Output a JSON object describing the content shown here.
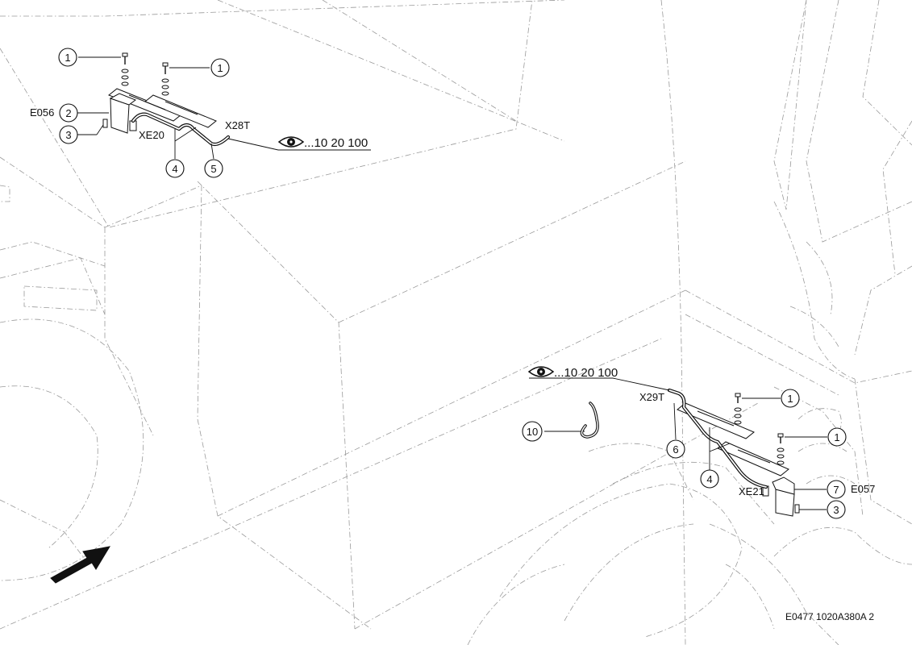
{
  "callouts": {
    "c1_a": "1",
    "c1_b": "1",
    "c1_c": "1",
    "c1_d": "1",
    "c2": "2",
    "c3_a": "3",
    "c3_b": "3",
    "c4_a": "4",
    "c4_b": "4",
    "c5": "5",
    "c6": "6",
    "c7": "7",
    "c10": "10"
  },
  "labels": {
    "e056": "E056",
    "e057": "E057",
    "xe20": "XE20",
    "xe21": "XE21",
    "x28t": "X28T",
    "x29t": "X29T"
  },
  "references": {
    "top_view_ref": "...10 20 100",
    "bottom_view_ref": "...10 20 100"
  },
  "icons": {
    "view_icon": "eye-icon",
    "direction_icon": "direction-arrow-icon"
  },
  "drawing_code": "E0477 1020A380A 2"
}
